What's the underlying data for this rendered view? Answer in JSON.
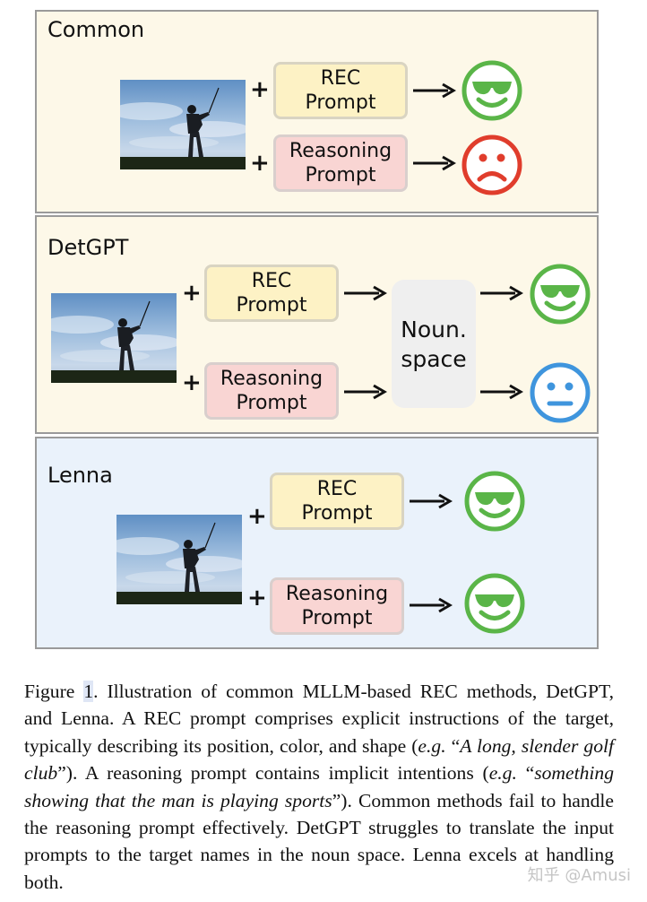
{
  "panels": {
    "common": {
      "title": "Common",
      "rec_prompt": [
        "REC",
        "Prompt"
      ],
      "reasoning_prompt": [
        "Reasoning",
        "Prompt"
      ]
    },
    "detgpt": {
      "title": "DetGPT",
      "rec_prompt": [
        "REC",
        "Prompt"
      ],
      "reasoning_prompt": [
        "Reasoning",
        "Prompt"
      ],
      "noun_space": [
        "Noun.",
        "space"
      ]
    },
    "lenna": {
      "title": "Lenna",
      "rec_prompt": [
        "REC",
        "Prompt"
      ],
      "reasoning_prompt": [
        "Reasoning",
        "Prompt"
      ]
    }
  },
  "symbols": {
    "plus": "+"
  },
  "colors": {
    "common_bg": "#fdf8e8",
    "detgpt_bg": "#fdf8e8",
    "lenna_bg": "#eaf2fb",
    "happy_face": "#5ab548",
    "sad_face": "#e03d2c",
    "neutral_face": "#3f95dd"
  },
  "icons": [
    "cool-face-icon",
    "sad-face-icon",
    "neutral-face-icon",
    "arrow-right-icon",
    "golfer-photo"
  ],
  "caption": {
    "fig_label": "Figure ",
    "fig_num": "1",
    "part1": ".  Illustration of common MLLM-based REC methods, DetGPT, and Lenna. A REC prompt comprises explicit instructions of the target, typically describing its position, color, and shape (",
    "eg1": "e.g.",
    "quote1_open": " “",
    "quote1": "A long, slender golf club",
    "part2": "”).  A reasoning prompt contains implicit intentions (",
    "eg2": "e.g.",
    "quote2_open": " “",
    "quote2": "something showing that the man is playing sports",
    "part3": "”).  Common methods fail to handle the reasoning prompt effectively. DetGPT struggles to translate the input prompts to the target names in the noun space. Lenna excels at handling both."
  },
  "watermark": "知乎 @Amusi"
}
